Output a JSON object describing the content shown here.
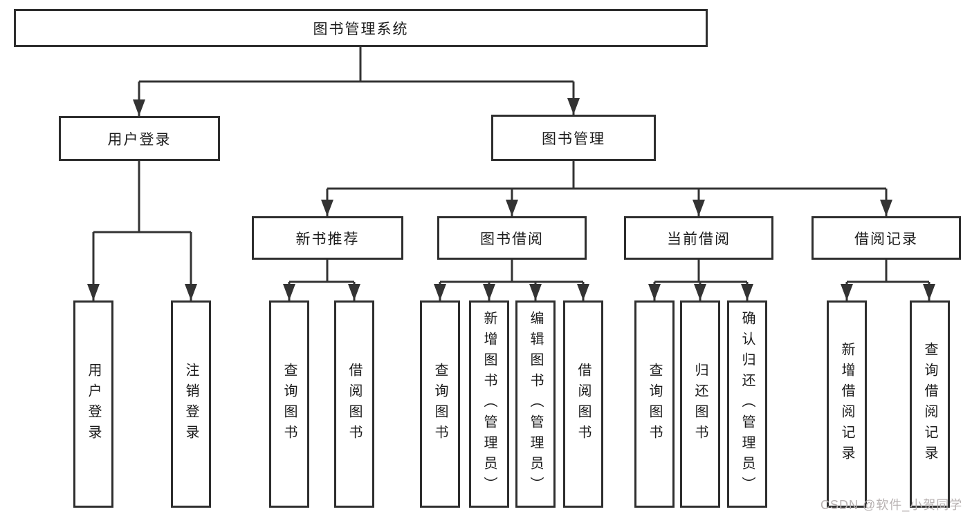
{
  "diagram": {
    "root": {
      "label": "图书管理系统"
    },
    "branches": [
      {
        "label": "用户登录",
        "children": [
          {
            "label": "用户登录"
          },
          {
            "label": "注销登录"
          }
        ]
      },
      {
        "label": "图书管理",
        "children": [
          {
            "label": "新书推荐",
            "children": [
              {
                "label": "查询图书"
              },
              {
                "label": "借阅图书"
              }
            ]
          },
          {
            "label": "图书借阅",
            "children": [
              {
                "label": "查询图书"
              },
              {
                "label": "新增图书（管理员）"
              },
              {
                "label": "编辑图书（管理员）"
              },
              {
                "label": "借阅图书"
              }
            ]
          },
          {
            "label": "当前借阅",
            "children": [
              {
                "label": "查询图书"
              },
              {
                "label": "归还图书"
              },
              {
                "label": "确认归还（管理员）"
              }
            ]
          },
          {
            "label": "借阅记录",
            "children": [
              {
                "label": "新增借阅记录"
              },
              {
                "label": "查询借阅记录"
              }
            ]
          }
        ]
      }
    ]
  },
  "watermark": {
    "text": "CSDN @软件_小贺同学",
    "color": "#b7b1b1"
  },
  "colors": {
    "line": "#333333",
    "border": "#2e2e2e",
    "text": "#1c1c1c",
    "background": "#ffffff"
  }
}
